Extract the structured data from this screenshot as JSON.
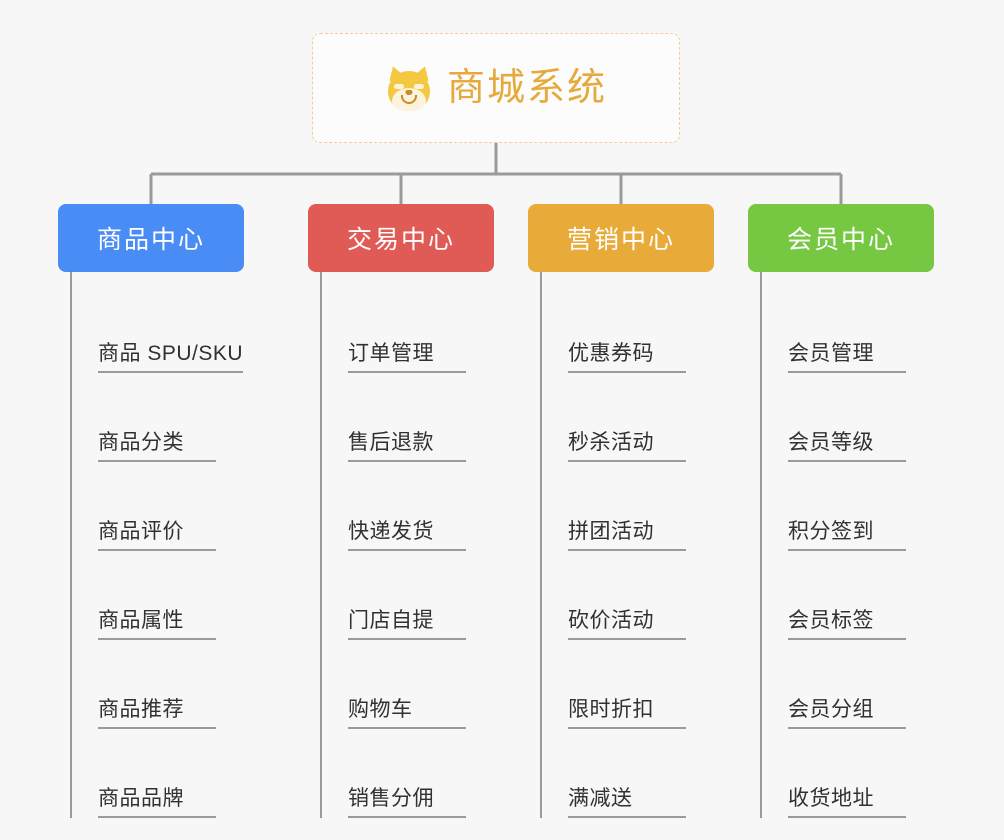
{
  "diagram": {
    "type": "mindmap-tree",
    "root": {
      "title": "商城系统",
      "icon": "shiba-dog-face-icon",
      "title_color": "#e5a93c",
      "border_style": "dashed",
      "border_color": "#f0cf92"
    },
    "branches": [
      {
        "label": "商品中心",
        "color": "#4a8cf5",
        "items": [
          "商品 SPU/SKU",
          "商品分类",
          "商品评价",
          "商品属性",
          "商品推荐",
          "商品品牌"
        ]
      },
      {
        "label": "交易中心",
        "color": "#e05a56",
        "items": [
          "订单管理",
          "售后退款",
          "快递发货",
          "门店自提",
          "购物车",
          "销售分佣"
        ]
      },
      {
        "label": "营销中心",
        "color": "#e8ab3a",
        "items": [
          "优惠券码",
          "秒杀活动",
          "拼团活动",
          "砍价活动",
          "限时折扣",
          "满减送"
        ]
      },
      {
        "label": "会员中心",
        "color": "#76c742",
        "items": [
          "会员管理",
          "会员等级",
          "积分签到",
          "会员标签",
          "会员分组",
          "收货地址"
        ]
      }
    ],
    "connector_color": "#9a9a9a",
    "background_color": "#f7f7f7"
  }
}
